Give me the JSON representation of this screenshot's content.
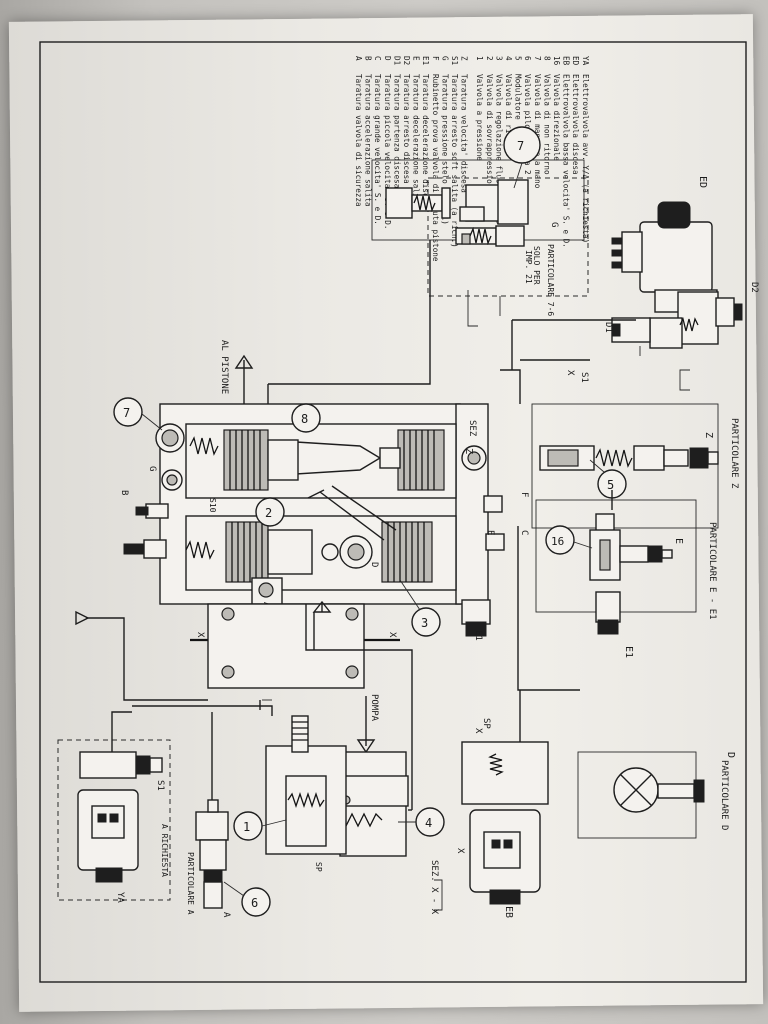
{
  "legend": [
    {
      "key": "A",
      "text": "Taratura valvola di sicurezza"
    },
    {
      "key": "B",
      "text": "Taratura accelerazione salita"
    },
    {
      "key": "C",
      "text": "Taratura grande velocita' S. e D."
    },
    {
      "key": "D",
      "text": "Taratura piccola velocita' S. e D."
    },
    {
      "key": "D1",
      "text": "Taratura partenza discesa"
    },
    {
      "key": "D2",
      "text": "Taratura arresto discesa"
    },
    {
      "key": "E",
      "text": "Taratura decelerazione salita"
    },
    {
      "key": "E1",
      "text": "Taratura decelerazione discesa"
    },
    {
      "key": "F",
      "text": "Rubinetto prova valvola di caduta pistone"
    },
    {
      "key": "G",
      "text": "Taratura pressione stelo (mp. 21)"
    },
    {
      "key": "S1",
      "text": "Taratura arresto soft salita (a rich.)"
    },
    {
      "key": "Z",
      "text": "Taratura velocita' discesa"
    },
    {
      "key": "1",
      "text": "Valvola a pressione"
    },
    {
      "key": "2",
      "text": "Valvola di sovrappressione"
    },
    {
      "key": "3",
      "text": "Valvola regolazione flusso S. e D."
    },
    {
      "key": "4",
      "text": "Valvola di ritegno"
    },
    {
      "key": "5",
      "text": "Modulatore"
    },
    {
      "key": "6",
      "text": "Valvola pilota della 2"
    },
    {
      "key": "7",
      "text": "Valvola di manovra a mano"
    },
    {
      "key": "8",
      "text": "Valvola di non ritorno"
    },
    {
      "key": "16",
      "text": "Valvola direzionale"
    },
    {
      "key": "EB",
      "text": "Elettrovalvola bassa velocita' S. e D."
    },
    {
      "key": "ED",
      "text": "Elettrovalvola discesa"
    },
    {
      "key": "YA",
      "text": "Elettrovalvola avv. Y/Δ (a richiesta)"
    }
  ],
  "labels": {
    "particolare_z": "PARTICOLARE Z",
    "particolare_e_e1": "PARTICOLARE E - E1",
    "particolare_d": "PARTICOLARE D",
    "particolare_a": "PARTICOLARE A",
    "particolare_7_6": "PARTICOLARE 7-6",
    "solo_per": "SOLO PER",
    "imp_21": "IMP. 21",
    "al_pistone": "AL PISTONE",
    "pompa": "POMPA",
    "sez_x_x": "SEZ. X - X",
    "a_richiesta": "A RICHIESTA",
    "sez": "SEZ",
    "sp": "SP",
    "x": "X",
    "s1": "S1",
    "d1": "D1",
    "d2": "D2",
    "ed": "ED",
    "eb": "EB",
    "ya": "YA",
    "e": "E",
    "e1": "E1",
    "f": "F",
    "g": "G",
    "b": "B",
    "c": "C",
    "d": "D",
    "z": "Z",
    "a": "A",
    "s10": "S10",
    "n1": "1",
    "n2": "2",
    "n3": "3",
    "n4": "4",
    "n5": "5",
    "n6": "6",
    "n7": "7",
    "n8": "8",
    "n16": "16"
  }
}
